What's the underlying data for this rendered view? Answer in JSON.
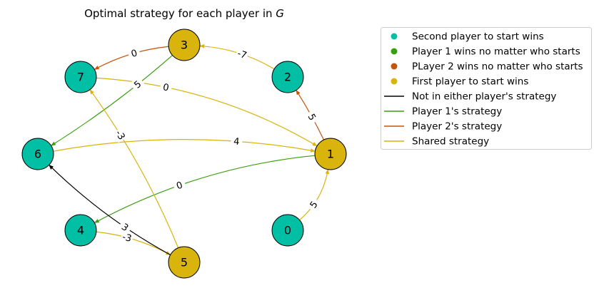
{
  "title": "Optimal strategy for each player in G",
  "title_parts": {
    "main": "Optimal strategy for each player in ",
    "italic": "G"
  },
  "colors": {
    "teal": "#00bfa5",
    "green": "#3a9e10",
    "orange": "#c4550c",
    "gold": "#d8b40d",
    "black": "#000000"
  },
  "nodes": [
    {
      "id": "0",
      "label": "0",
      "color": "teal"
    },
    {
      "id": "1",
      "label": "1",
      "color": "gold"
    },
    {
      "id": "2",
      "label": "2",
      "color": "teal"
    },
    {
      "id": "3",
      "label": "3",
      "color": "gold"
    },
    {
      "id": "4",
      "label": "4",
      "color": "teal"
    },
    {
      "id": "5",
      "label": "5",
      "color": "gold"
    },
    {
      "id": "6",
      "label": "6",
      "color": "teal"
    },
    {
      "id": "7",
      "label": "7",
      "color": "teal"
    }
  ],
  "edges": [
    {
      "from": "0",
      "to": "1",
      "weight": "5",
      "color": "gold"
    },
    {
      "from": "1",
      "to": "2",
      "weight": "5",
      "color": "orange"
    },
    {
      "from": "2",
      "to": "3",
      "weight": "-7",
      "color": "gold"
    },
    {
      "from": "3",
      "to": "7",
      "weight": "0",
      "color": "orange"
    },
    {
      "from": "3",
      "to": "6",
      "weight": "5",
      "color": "green"
    },
    {
      "from": "7",
      "to": "1",
      "weight": "0",
      "color": "gold"
    },
    {
      "from": "6",
      "to": "1",
      "weight": "4",
      "color": "gold"
    },
    {
      "from": "1",
      "to": "4",
      "weight": "0",
      "color": "green"
    },
    {
      "from": "4",
      "to": "5",
      "weight": "-3",
      "color": "gold"
    },
    {
      "from": "5",
      "to": "7",
      "weight": "-3",
      "color": "gold"
    },
    {
      "from": "5",
      "to": "6",
      "weight": "3",
      "color": "black"
    }
  ],
  "legend": [
    {
      "kind": "marker",
      "color": "teal",
      "label": "Second player to start wins"
    },
    {
      "kind": "marker",
      "color": "green",
      "label": "Player 1 wins no matter who starts"
    },
    {
      "kind": "marker",
      "color": "orange",
      "label": "PLayer 2 wins no matter who starts"
    },
    {
      "kind": "marker",
      "color": "gold",
      "label": "First player to start wins"
    },
    {
      "kind": "line",
      "color": "black",
      "label": "Not in either player's strategy"
    },
    {
      "kind": "line",
      "color": "green",
      "label": "Player 1's strategy"
    },
    {
      "kind": "line",
      "color": "orange",
      "label": "Player 2's strategy"
    },
    {
      "kind": "line",
      "color": "gold",
      "label": "Shared strategy"
    }
  ]
}
